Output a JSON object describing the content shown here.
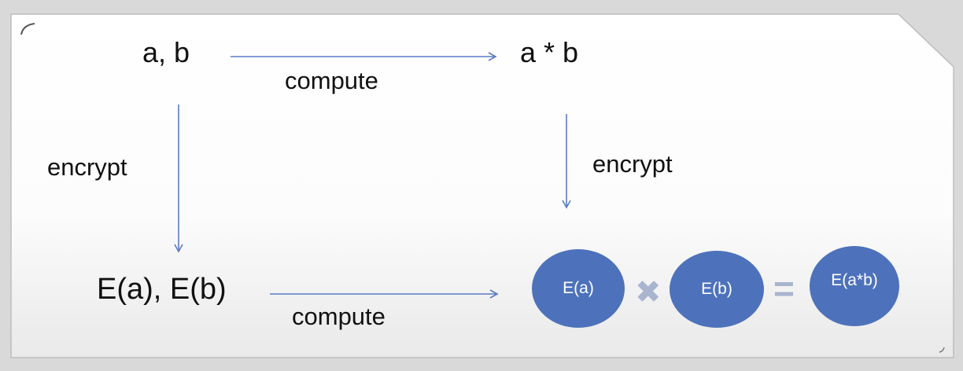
{
  "colors": {
    "arrow": "#5b7bc5",
    "bubble_fill": "#4d72bb",
    "operator": "#a9b5cf"
  },
  "top": {
    "plaintext": "a, b",
    "result": "a * b",
    "compute_label": "compute"
  },
  "left_arrow_label": "encrypt",
  "right_arrow_label": "encrypt",
  "bottom": {
    "ciphertext": "E(a),  E(b)",
    "compute_label": "compute"
  },
  "equation": {
    "operand_a": "E(a)",
    "operator_multiply": "✖",
    "operand_b": "E(b)",
    "operator_equals": "=",
    "result": "E(a*b)"
  }
}
